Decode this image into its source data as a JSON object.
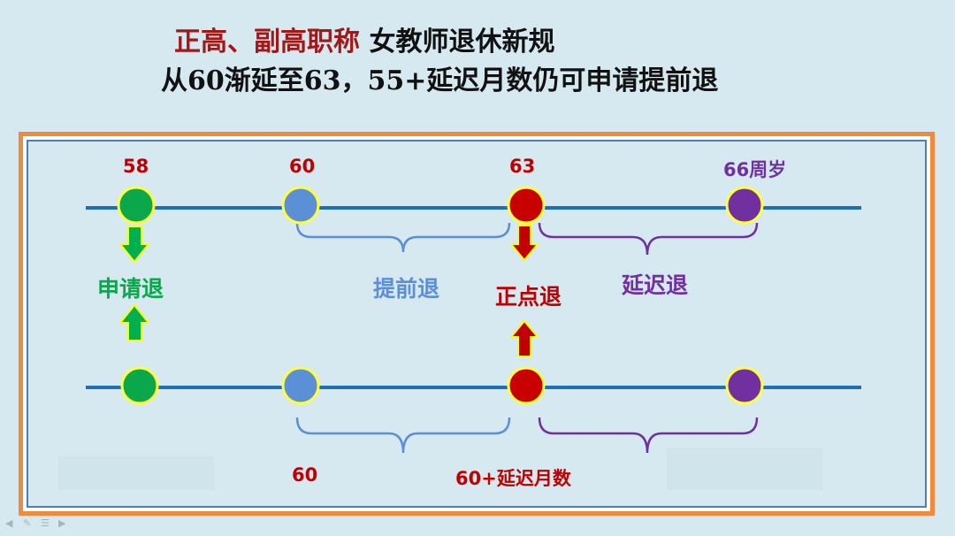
{
  "title": {
    "line1_accent": "正高、副高职称",
    "line1_rest": " 女教师退休新规",
    "line2": "从60渐延至63，55+延迟月数仍可申请提前退"
  },
  "diagram": {
    "top_ages": [
      "58",
      "60",
      "63",
      "66周岁"
    ],
    "labels": {
      "apply_retire": "申请退",
      "early_retire": "提前退",
      "on_time_retire": "正点退",
      "delayed_retire": "延迟退"
    },
    "bottom_labels": {
      "left_bracket": "60",
      "middle": "60+延迟月数"
    }
  },
  "colors": {
    "green": "#0aa84a",
    "blue": "#5b8fd6",
    "red": "#c80000",
    "purple": "#7030a0",
    "line": "#1f6fb8",
    "frame_outer": "#f08a3c",
    "dark_red_text": "#c00000"
  },
  "icons": [
    "prev-icon",
    "pen-icon",
    "menu-icon",
    "next-icon"
  ]
}
